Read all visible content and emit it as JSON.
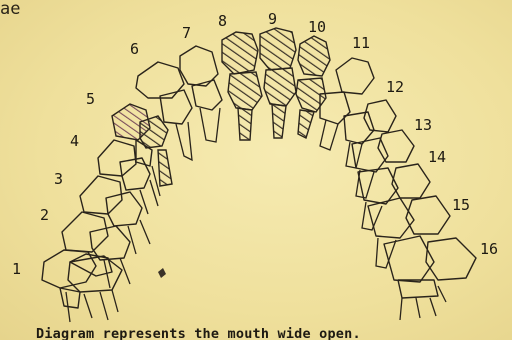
{
  "header_fragment": "ae",
  "caption": "Diagram represents the mouth wide open.",
  "tooth_numbers": {
    "n1": "1",
    "n2": "2",
    "n3": "3",
    "n4": "4",
    "n5": "5",
    "n6": "6",
    "n7": "7",
    "n8": "8",
    "n9": "9",
    "n10": "10",
    "n11": "11",
    "n12": "12",
    "n13": "13",
    "n14": "14",
    "n15": "15",
    "n16": "16"
  },
  "colors": {
    "paper": "#f1e4a2",
    "ink": "#2a241b",
    "hatch_dark": "#3a3228",
    "hatch_mauve": "#7a4e5c"
  }
}
